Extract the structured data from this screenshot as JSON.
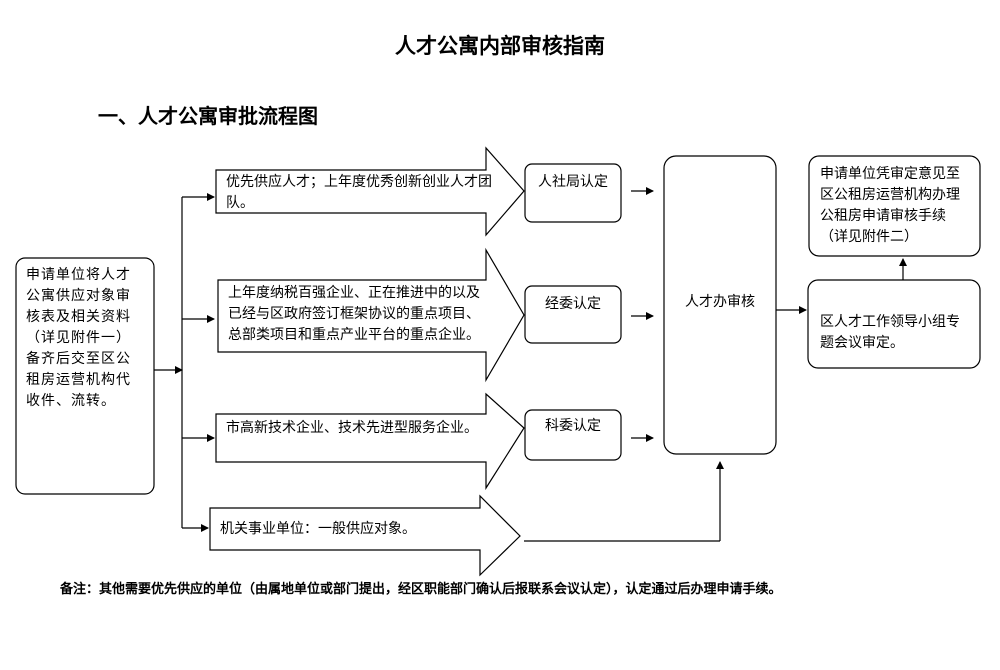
{
  "title": "人才公寓内部审核指南",
  "section_title": "一、人才公寓审批流程图",
  "start_box": "申请单位将人才公寓供应对象审核表及相关资料（详见附件一）备齐后交至区公租房运营机构代收件、流转。",
  "categories": [
    {
      "text": "优先供应人才；上年度优秀创新创业人才团队。",
      "cert": "人社局认定"
    },
    {
      "text": "上年度纳税百强企业、正在推进中的以及已经与区政府签订框架协议的重点项目、总部类项目和重点产业平台的重点企业。",
      "cert": "经委认定"
    },
    {
      "text": "市高新技术企业、技术先进型服务企业。",
      "cert": "科委认定"
    },
    {
      "text": "机关事业单位：一般供应对象。"
    }
  ],
  "review_box": "人才办审核",
  "meeting_box": "区人才工作领导小组专题会议审定。",
  "final_box": "申请单位凭审定意见至区公租房运营机构办理公租房申请审核手续（详见附件二）",
  "note": "备注：其他需要优先供应的单位（由属地单位或部门提出，经区职能部门确认后报联系会议认定），认定通过后办理申请手续。"
}
